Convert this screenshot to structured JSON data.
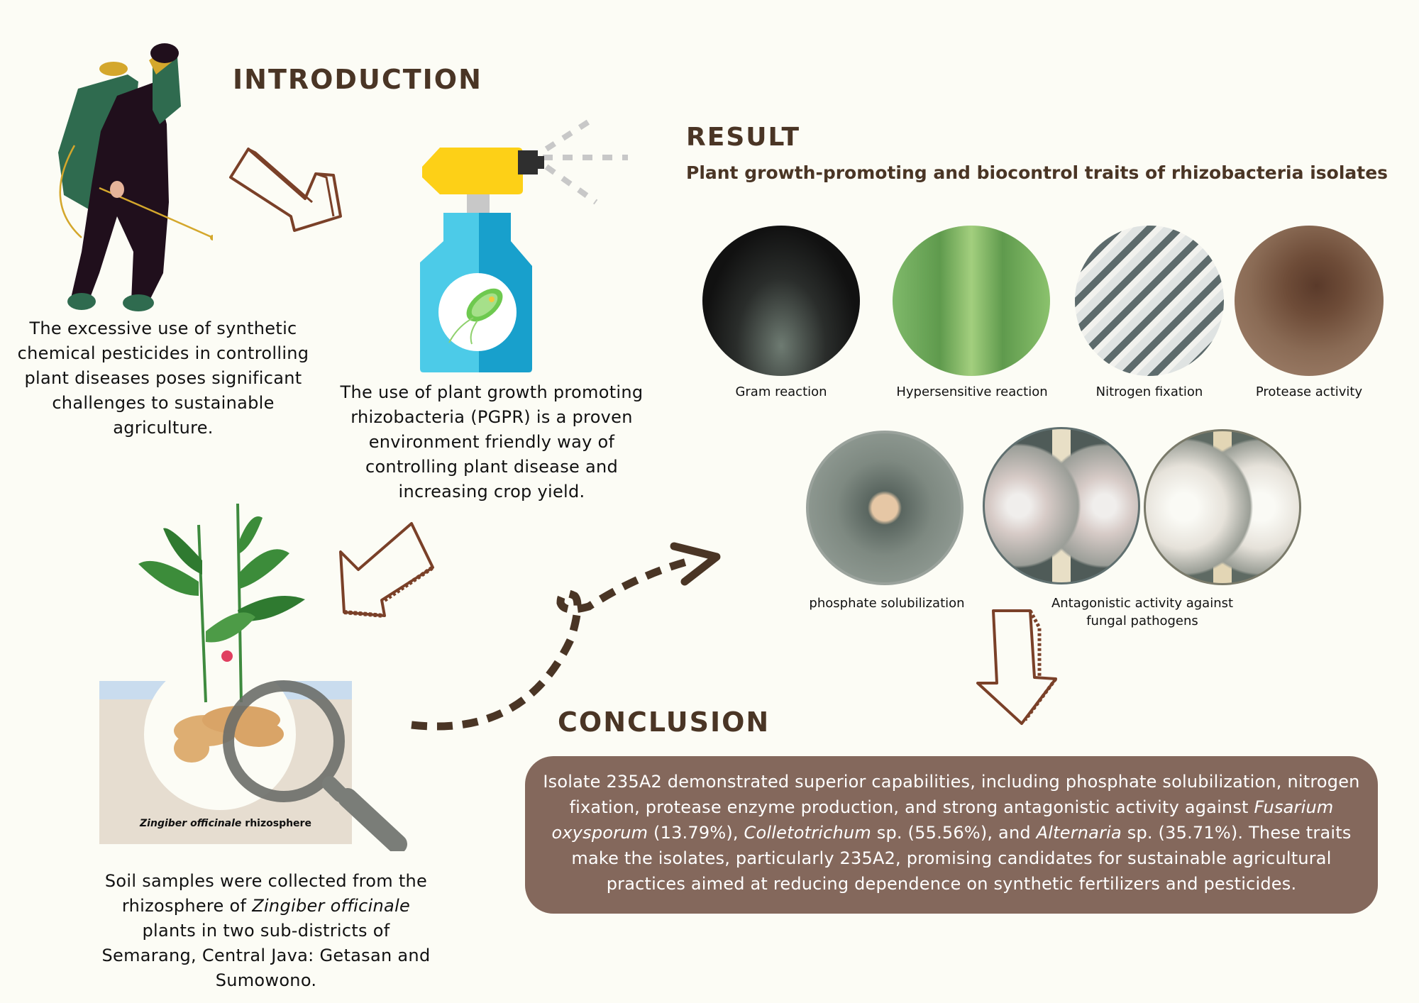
{
  "introduction": {
    "title": "INTRODUCTION",
    "pesticide_text": "The excessive use of synthetic chemical pesticides in controlling plant diseases poses significant challenges to sustainable agriculture.",
    "pgpr_text": "The use of plant growth promoting rhizobacteria (PGPR) is a proven environment friendly way of controlling plant disease and increasing crop yield.",
    "illustrations": [
      "farmer-spraying-pesticide",
      "spray-bottle-with-bacteria"
    ]
  },
  "method": {
    "image_label_italic": "Zingiber officinale",
    "image_label_rest": " rhizosphere",
    "text_part1": "Soil samples were collected from the rhizosphere of ",
    "text_italic": "Zingiber officinale",
    "text_part2": " plants in two sub-districts of Semarang, Central Java: Getasan and Sumowono."
  },
  "result": {
    "title": "RESULT",
    "subtitle": "Plant growth-promoting and biocontrol traits of rhizobacteria isolates",
    "row1": [
      {
        "label": "Gram reaction"
      },
      {
        "label": "Hypersensitive reaction"
      },
      {
        "label": "Nitrogen fixation"
      },
      {
        "label": "Protease activity"
      }
    ],
    "row2": [
      {
        "label": "phosphate solubilization"
      },
      {
        "label": "Antagonistic activity against fungal pathogens"
      }
    ]
  },
  "conclusion": {
    "title": "CONCLUSION",
    "t1": "Isolate 235A2 demonstrated superior capabilities, including phosphate solubilization, nitrogen fixation, protease enzyme production, and strong antagonistic activity against ",
    "i1": "Fusarium oxysporum",
    "t2": " (13.79%), ",
    "i2": "Colletotrichum",
    "t3": " sp. (55.56%), and ",
    "i3": "Alternaria",
    "t4": " sp. (35.71%). These traits make the isolates, particularly 235A2, promising candidates for sustainable agricultural practices aimed at reducing dependence on synthetic fertilizers and pesticides."
  },
  "colors": {
    "background": "#fcfcf5",
    "heading": "#4a3525",
    "arrow": "#7a4028",
    "conclusion_box": "#84685c",
    "dashed_arrow": "#4a3525"
  }
}
